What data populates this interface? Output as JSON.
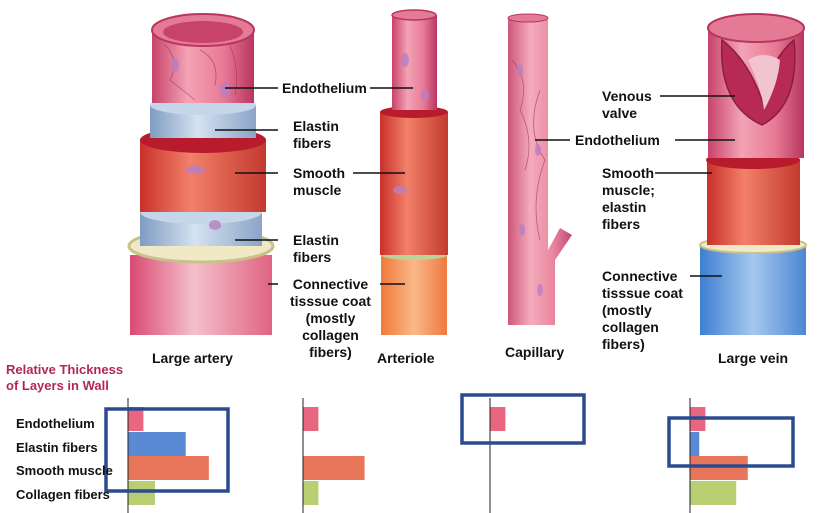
{
  "vessels": [
    {
      "name": "Large artery"
    },
    {
      "name": "Arteriole"
    },
    {
      "name": "Capillary"
    },
    {
      "name": "Large vein"
    }
  ],
  "labels": {
    "endothelium": "Endothelium",
    "elastin_fibers": "Elastin\nfibers",
    "smooth_muscle": "Smooth\nmuscle",
    "elastin_fibers_2": "Elastin\nfibers",
    "connective": "Connective\ntisssue coat\n(mostly\ncollagen\nfibers)",
    "capillary_endothelium": "Endothelium",
    "venous_valve": "Venous\nvalve",
    "vein_smooth": "Smooth\nmuscle;\nelastin\nfibers",
    "vein_connective": "Connective\ntisssue coat\n(mostly\ncollagen\nfibers)"
  },
  "thickness": {
    "title": "Relative Thickness\nof Layers in Wall",
    "layers": [
      "Endothelium",
      "Elastin fibers",
      "Smooth muscle",
      "Collagen fibers"
    ],
    "colors": [
      "#e8667f",
      "#5b8ad4",
      "#e8765a",
      "#b7cf71"
    ],
    "highlight_color": "#2b4b8e"
  },
  "chart_data": {
    "type": "bar",
    "orientation": "horizontal",
    "categories": [
      "Endothelium",
      "Elastin fibers",
      "Smooth muscle",
      "Collagen fibers"
    ],
    "series": [
      {
        "name": "Large artery",
        "values": [
          2,
          7.5,
          10.5,
          3.5
        ]
      },
      {
        "name": "Arteriole",
        "values": [
          2,
          0,
          8,
          2
        ]
      },
      {
        "name": "Capillary",
        "values": [
          2,
          0,
          0,
          0
        ]
      },
      {
        "name": "Large vein",
        "values": [
          2,
          1.2,
          7.5,
          6
        ]
      }
    ]
  }
}
